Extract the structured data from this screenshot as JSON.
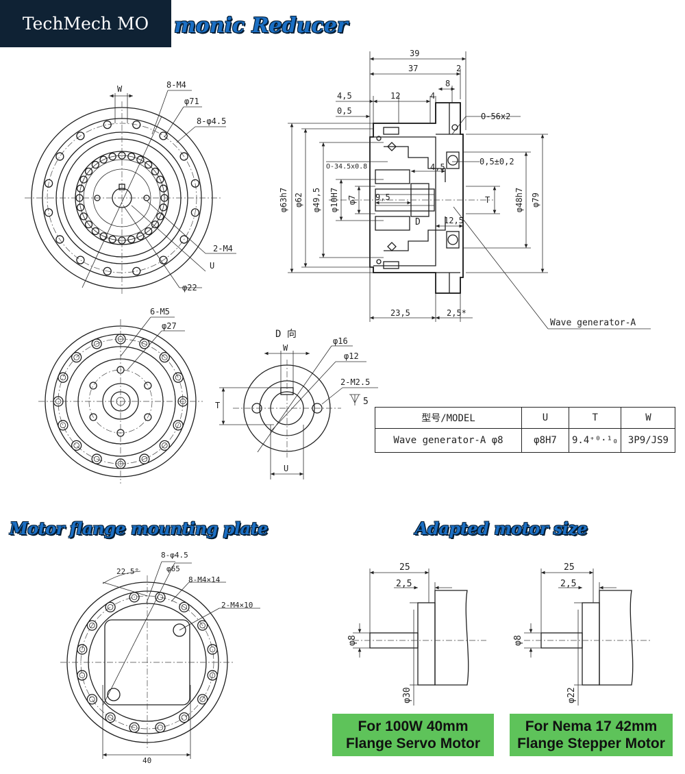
{
  "brand": "TechMech MO",
  "titles": {
    "main": "monic Reducer",
    "flange": "Motor flange mounting plate",
    "adapted": "Adapted motor size"
  },
  "front_view": {
    "W": "W",
    "holes_m4": "8-M4",
    "dia71": "φ71",
    "holes_45": "8-φ4.5",
    "m4_2": "2-M4",
    "U": "U",
    "dia22": "φ22"
  },
  "back_view": {
    "m5": "6-M5",
    "dia27": "φ27"
  },
  "section": {
    "d39": "39",
    "d37": "37",
    "d2": "2",
    "d8": "8",
    "d45": "4,5",
    "d12": "12",
    "d4": "4",
    "d05": "0,5",
    "oring1": "O-56x2",
    "oring2": "O-34.5x0.8",
    "tol": "0,5±0,2",
    "d45b": "4,5",
    "d95": "9,5",
    "d125": "12,5",
    "D": "D",
    "T": "T",
    "phi63": "φ63h7",
    "phi62": "φ62",
    "phi495": "φ49,5",
    "phi10": "φ10H7",
    "phi7": "φ7",
    "phi48": "φ48h7",
    "phi79": "φ79",
    "d235": "23,5",
    "d25star": "2,5*",
    "wave": "Wave generator-A"
  },
  "detail": {
    "title": "D 向",
    "W": "W",
    "phi16": "φ16",
    "phi12": "φ12",
    "m25": "2-M2.5",
    "depth": "5",
    "T": "T",
    "U": "U"
  },
  "table": {
    "headers": [
      "型号/MODEL",
      "U",
      "T",
      "W"
    ],
    "rows": [
      [
        "Wave generator-A φ8",
        "φ8H7",
        "9.4⁺⁰·¹₀",
        "3P9/JS9"
      ]
    ]
  },
  "flange": {
    "angle": "22.5°",
    "holes45": "8-φ4.5",
    "phi65": "φ65",
    "m4x14": "8-M4×14",
    "m4x10": "2-M4×10",
    "d40": "40"
  },
  "motors": [
    {
      "d25": "25",
      "d2_5": "2,5",
      "shaft": "φ8",
      "pilot": "φ30",
      "caption1": "For 100W 40mm",
      "caption2": "Flange Servo Motor",
      "shaft_color": "#222222"
    },
    {
      "d25": "25",
      "d2_5": "2,5",
      "shaft": "φ8",
      "pilot": "φ22",
      "caption1": "For Nema 17 42mm",
      "caption2": "Flange Stepper Motor",
      "shaft_color": "#d81b1b"
    }
  ],
  "colors": {
    "heading": "#1b6fc4",
    "brand_bg": "#0f2234",
    "caption_bg": "#5ec35a"
  }
}
